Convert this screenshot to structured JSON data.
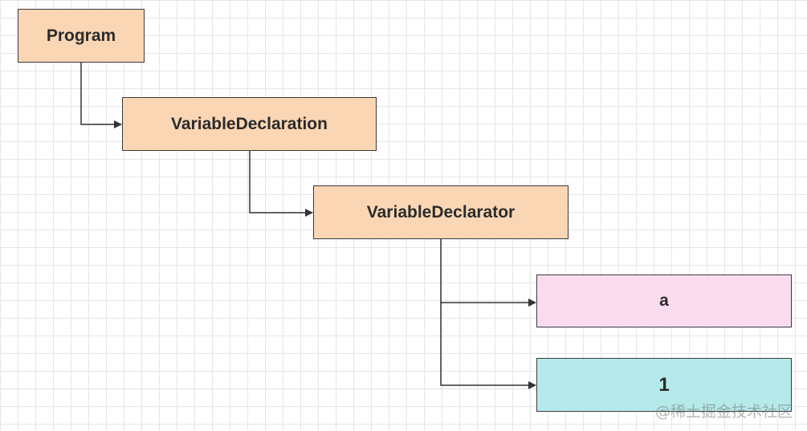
{
  "diagram": {
    "nodes": [
      {
        "id": "program",
        "label": "Program",
        "fill": "#fad6b4"
      },
      {
        "id": "variable_declaration",
        "label": "VariableDeclaration",
        "fill": "#fad6b4"
      },
      {
        "id": "variable_declarator",
        "label": "VariableDeclarator",
        "fill": "#fad6b4"
      },
      {
        "id": "identifier_a",
        "label": "a",
        "fill": "#fbdcee"
      },
      {
        "id": "literal_1",
        "label": "1",
        "fill": "#b5e9ea"
      }
    ],
    "edges": [
      {
        "from": "program",
        "to": "variable_declaration"
      },
      {
        "from": "variable_declaration",
        "to": "variable_declarator"
      },
      {
        "from": "variable_declarator",
        "to": "identifier_a"
      },
      {
        "from": "variable_declarator",
        "to": "literal_1"
      }
    ]
  },
  "watermark": "@稀土掘金技术社区",
  "colors": {
    "line": "#333333",
    "border": "#3a3a3a",
    "grid": "#e6e6e6"
  }
}
